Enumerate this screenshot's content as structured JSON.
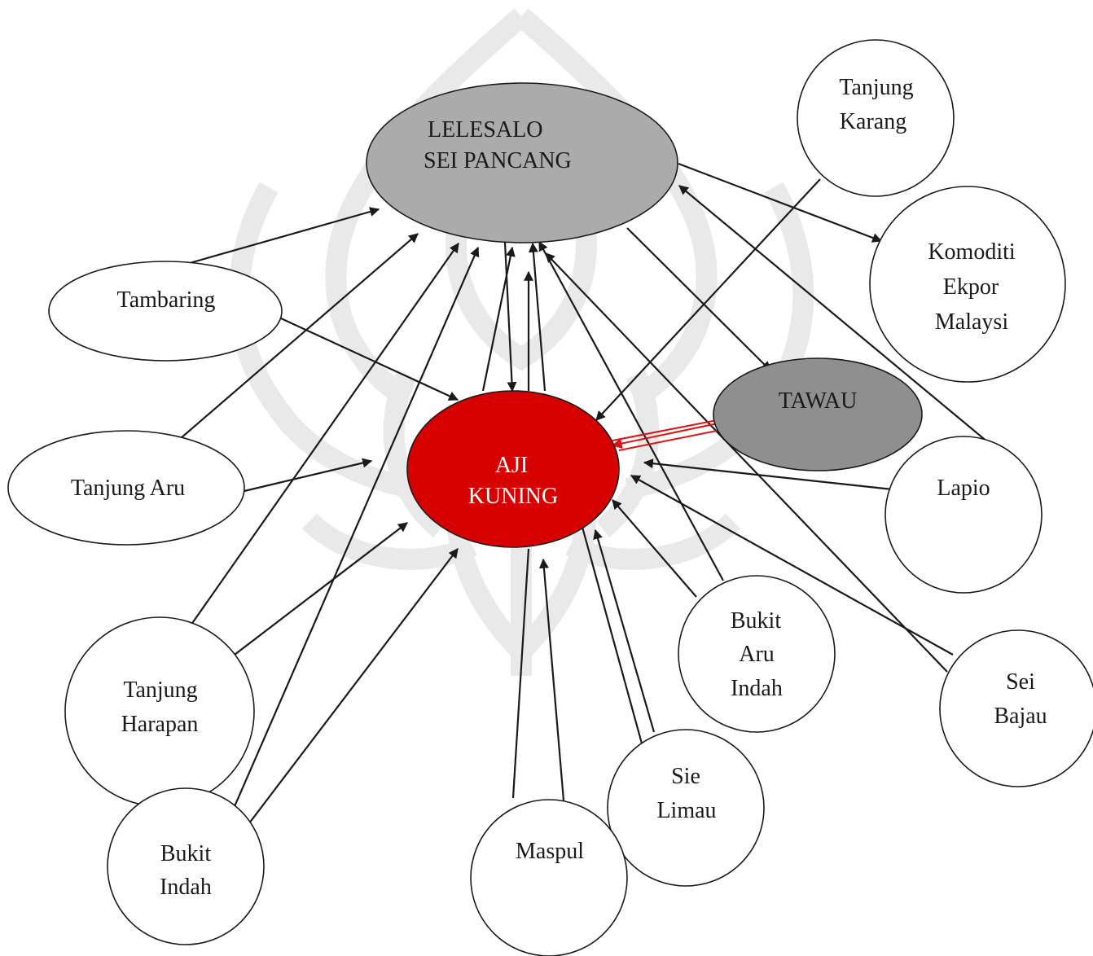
{
  "diagram": {
    "colors": {
      "center_fill": "#d70000",
      "hub_fill": "#ababab",
      "tawau_fill": "#8f8f8f",
      "node_fill": "#ffffff",
      "arrow": "#1a1a1a",
      "bidirectional_arrow": "#e01010",
      "watermark": "#e9e9e9"
    },
    "nodes": {
      "lelesalo": {
        "line1": "LELESALO",
        "line2": "SEI PANCANG"
      },
      "aji_kuning": {
        "line1": "AJI",
        "line2": "KUNING"
      },
      "tawau": {
        "label": "TAWAU"
      },
      "tanjung_karang": {
        "line1": "Tanjung",
        "line2": "Karang"
      },
      "komoditi": {
        "line1": "Komoditi",
        "line2": "Ekpor",
        "line3": "Malaysi"
      },
      "tambaring": {
        "label": "Tambaring"
      },
      "tanjung_aru": {
        "label": "Tanjung Aru"
      },
      "lapio": {
        "label": "Lapio"
      },
      "tanjung_harapan": {
        "line1": "Tanjung",
        "line2": "Harapan"
      },
      "bukit_aru_indah": {
        "line1": "Bukit",
        "line2": "Aru",
        "line3": "Indah"
      },
      "sei_bajau": {
        "line1": "Sei",
        "line2": "Bajau"
      },
      "sie_limau": {
        "line1": "Sie",
        "line2": "Limau"
      },
      "bukit_indah": {
        "line1": "Bukit",
        "line2": "Indah"
      },
      "maspul": {
        "label": "Maspul"
      }
    }
  }
}
